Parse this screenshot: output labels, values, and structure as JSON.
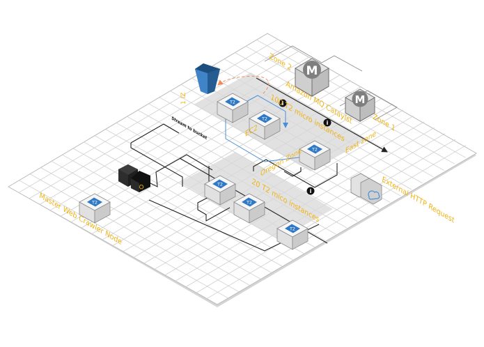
{
  "labels": {
    "master": "Master Web Crawler Node",
    "oregon_zone": "Oregon Zone",
    "oregon_instances": "20 T2 mico instances",
    "external": "External HTTP Request",
    "zone2": "Zone 2",
    "mq_name": "Amazon MQ Cataylst",
    "east_instances": "100 T2 micro instances",
    "east_zone": "East zone",
    "zone1": "Zone 1",
    "ec2": "EC2",
    "s3_zone": "1 IZ",
    "stream": "Stream to bucket"
  },
  "instance_badge": "T2",
  "mq_letter": "M",
  "crawler_glyph": "⛭",
  "colors": {
    "accent": "#f0b418",
    "t2_blue": "#2f78c4",
    "s3_blue": "#2e6ca8",
    "link_blue": "#4a8fd6",
    "alert_orange": "#f08a5d"
  },
  "icons": [
    "s3-bucket-icon",
    "t2-instance-icon",
    "amazon-mq-icon",
    "crawler-gear-icon",
    "http-request-icon",
    "info-icon"
  ]
}
